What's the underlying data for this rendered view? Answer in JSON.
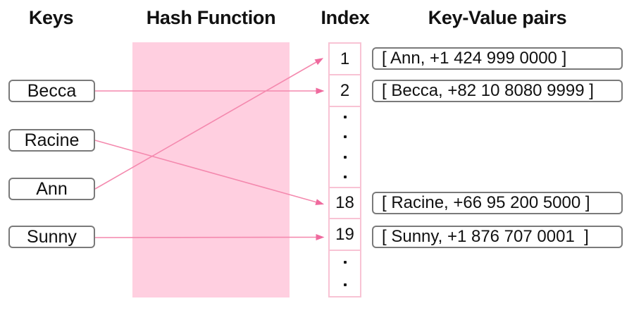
{
  "headers": {
    "keys": "Keys",
    "hash_function": "Hash Function",
    "index": "Index",
    "kv_pairs": "Key-Value pairs"
  },
  "keys": [
    {
      "label": "Becca"
    },
    {
      "label": "Racine"
    },
    {
      "label": "Ann"
    },
    {
      "label": "Sunny"
    }
  ],
  "index_column": {
    "cells": [
      {
        "label": "1"
      },
      {
        "label": "2"
      },
      {
        "dots": [
          ".",
          ".",
          ".",
          "."
        ]
      },
      {
        "label": "18"
      },
      {
        "label": "19"
      },
      {
        "dots": [
          ".",
          "."
        ]
      }
    ]
  },
  "kv_pairs": [
    {
      "label": "[ Ann, +1 424 999 0000 ]"
    },
    {
      "label": "[ Becca, +82 10 8080 9999 ]"
    },
    {
      "label": "[ Racine, +66 95 200 5000 ]"
    },
    {
      "label": "[ Sunny, +1 876 707 0001  ]"
    }
  ],
  "mappings": [
    {
      "key": "Becca",
      "index": "2"
    },
    {
      "key": "Ann",
      "index": "1"
    },
    {
      "key": "Racine",
      "index": "18"
    },
    {
      "key": "Sunny",
      "index": "19"
    }
  ],
  "colors": {
    "hash_box_fill": "#FFCFE0",
    "index_border": "#F8C3D4",
    "connector_line": "#F489AE",
    "arrowhead": "#EF6A9E",
    "box_border": "#7A7A7A",
    "text": "#111111"
  }
}
